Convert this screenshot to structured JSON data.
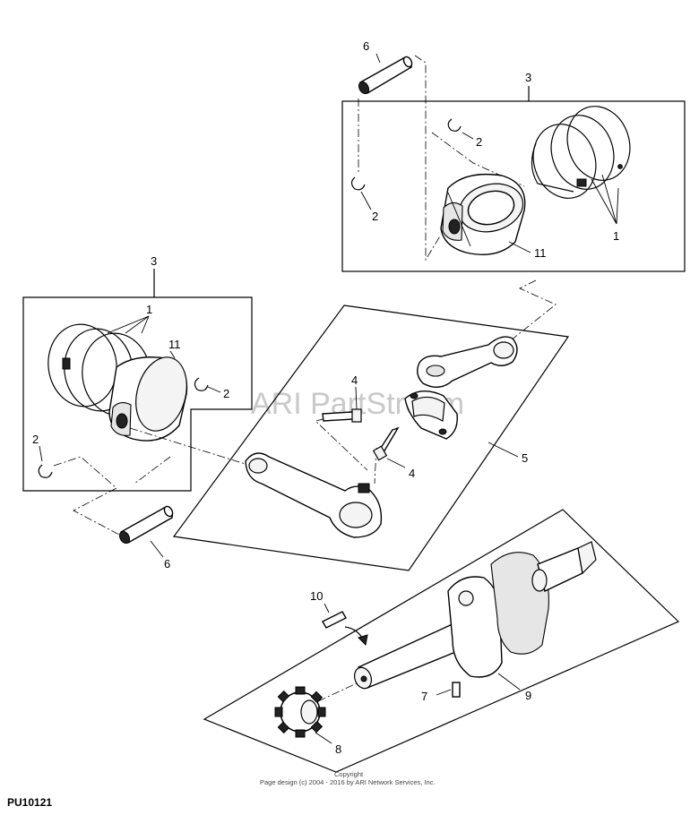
{
  "diagram": {
    "part_code": "PU10121",
    "watermark": "ARI PartStream",
    "copyright_line1": "Copyright",
    "copyright_line2": "Page design (c) 2004 - 2016 by ARI Network Services, Inc.",
    "callouts": {
      "c6_top": "6",
      "c3_top": "3",
      "c2_top_right": "2",
      "c2_top_left": "2",
      "c1_top": "1",
      "c11_top": "11",
      "c3_left": "3",
      "c1_left": "1",
      "c11_left": "11",
      "c2_left_right": "2",
      "c2_left_bottom": "2",
      "c6_bottom": "6",
      "c4_top": "4",
      "c4_bottom": "4",
      "c5": "5",
      "c10": "10",
      "c7": "7",
      "c9": "9",
      "c8": "8"
    }
  }
}
